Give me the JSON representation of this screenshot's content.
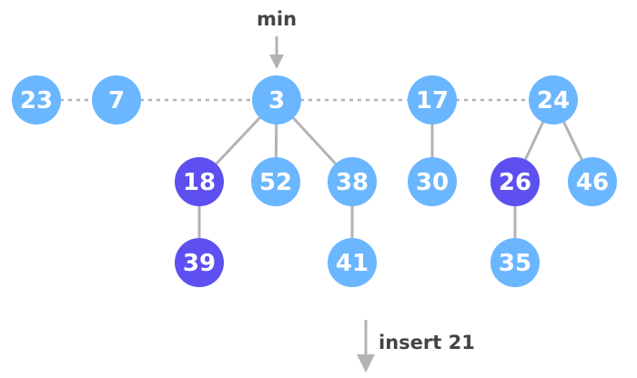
{
  "labels": {
    "min": "min",
    "insert": "insert 21"
  },
  "colors": {
    "unmarked": "#6ab6ff",
    "marked": "#5d4ff0",
    "edge": "#b3b3b3",
    "text": "#444444"
  },
  "roots": [
    "23",
    "7",
    "3",
    "17",
    "24"
  ],
  "nodes": {
    "n23": {
      "key": "23",
      "marked": false
    },
    "n7": {
      "key": "7",
      "marked": false
    },
    "n3": {
      "key": "3",
      "marked": false
    },
    "n17": {
      "key": "17",
      "marked": false
    },
    "n24": {
      "key": "24",
      "marked": false
    },
    "n18": {
      "key": "18",
      "marked": true
    },
    "n52": {
      "key": "52",
      "marked": false
    },
    "n38": {
      "key": "38",
      "marked": false
    },
    "n30": {
      "key": "30",
      "marked": false
    },
    "n26": {
      "key": "26",
      "marked": true
    },
    "n46": {
      "key": "46",
      "marked": false
    },
    "n39": {
      "key": "39",
      "marked": true
    },
    "n41": {
      "key": "41",
      "marked": false
    },
    "n35": {
      "key": "35",
      "marked": false
    }
  },
  "edges": [
    [
      "n3",
      "n18"
    ],
    [
      "n3",
      "n52"
    ],
    [
      "n3",
      "n38"
    ],
    [
      "n17",
      "n30"
    ],
    [
      "n24",
      "n26"
    ],
    [
      "n24",
      "n46"
    ],
    [
      "n18",
      "n39"
    ],
    [
      "n38",
      "n41"
    ],
    [
      "n26",
      "n35"
    ]
  ],
  "min_pointer": "n3"
}
